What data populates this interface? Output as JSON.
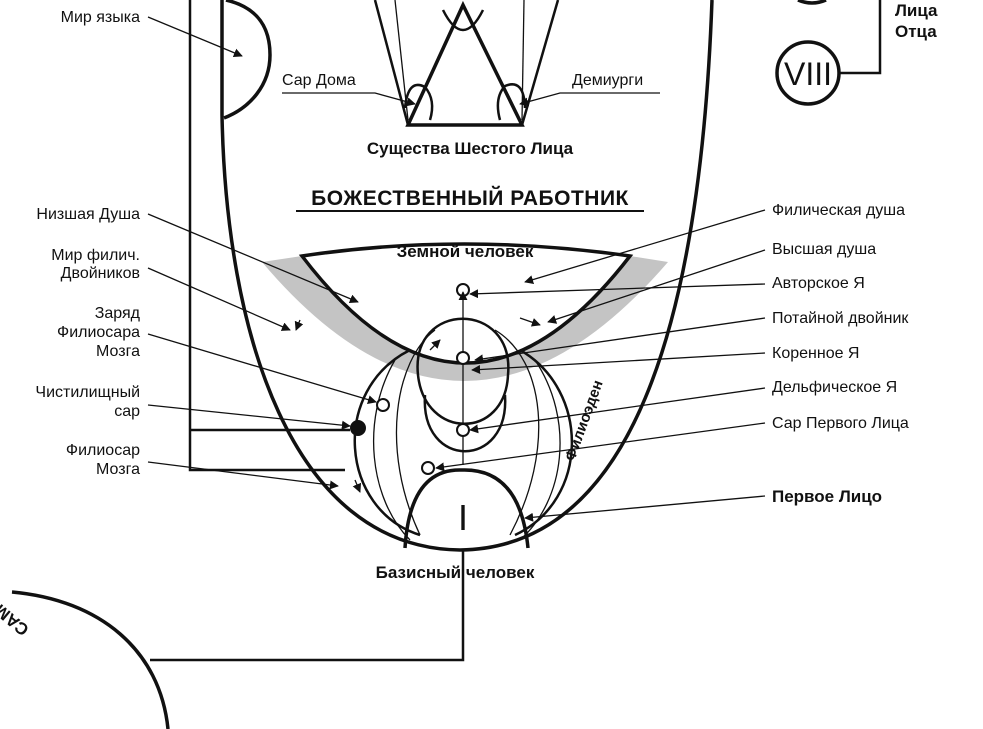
{
  "labels": {
    "mir_yazyka": "Мир языка",
    "sar_doma": "Сар Дома",
    "demiurgi": "Демиурги",
    "sushchestva": "Существа Шестого Лица",
    "bozh_rabotnik": "БОЖЕСТВЕННЫЙ РАБОТНИК",
    "zemnoy_chelovek": "Земной человек",
    "nizshaya_dusha": "Низшая Душа",
    "mir_filich_1": "Мир филич.",
    "mir_filich_2": "Двойников",
    "zaryad_1": "Заряд",
    "zaryad_2": "Филиосара",
    "zaryad_3": "Мозга",
    "chistilishchny_1": "Чистилищный",
    "chistilishchny_2": "сар",
    "filiosar_1": "Филиосар",
    "filiosar_2": "Мозга",
    "filicheskaya_dusha": "Филическая душа",
    "vysshaya_dusha": "Высшая душа",
    "avtorskoe_ya": "Авторское Я",
    "potainoy_dvoinik": "Потайной двойник",
    "korennoe_ya": "Коренное Я",
    "delficheskoe_ya": "Дельфическое Я",
    "sar_pervogo_litsa": "Сар Первого Лица",
    "pervoe_litso": "Первое Лицо",
    "bazisny_chelovek": "Базисный человек",
    "filioeden": "Филиоэден",
    "litsa": "Лица",
    "ottsa": "Отца",
    "viii": "VIII",
    "numeral_i": "I",
    "samyslitel": "САМЫСЛИТЕЛЬ"
  },
  "colors": {
    "ink": "#111111",
    "band": "#c4c4c4",
    "background": "#ffffff"
  }
}
